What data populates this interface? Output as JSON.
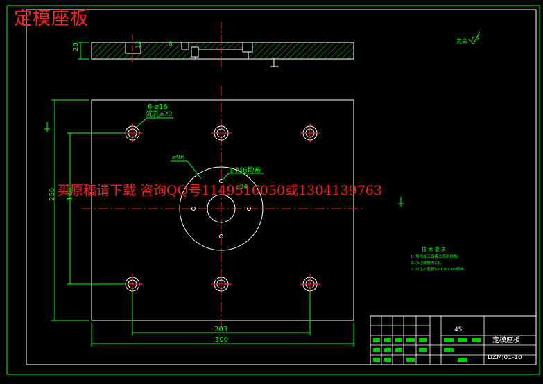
{
  "overlay": {
    "title": "定模座板",
    "ad": "买原稿请下载 咨询QQ号1149516050或1304139763"
  },
  "dims": {
    "thickness": "20",
    "recess_depth": "12",
    "small_dim": "8",
    "holes_count": "6-⌀16",
    "counterbore": "沉孔⌀22",
    "circle_dia": "⌀96",
    "screw_spec": "4-M6均布",
    "small_dia": "⌀34",
    "height_total": "250",
    "height_inner": "170",
    "width_inner": "203",
    "width_total": "300"
  },
  "roughness": {
    "label": "其余",
    "value": "6.3"
  },
  "notes": {
    "title": "技 术 要 求",
    "items": [
      "1. 零件加工后需去毛刺倒角。",
      "2. 未注倒角为C1。",
      "3. 未注公差按GB1184-80标准。"
    ]
  },
  "title_block": {
    "scale": "45",
    "part_name": "定模座板",
    "drawing_no": "DZMJ01-10"
  },
  "colors": {
    "frame": "#ffffff",
    "part": "#ffffff",
    "dim": "#00ff00",
    "center": "#ff2020",
    "hatch": "#00ff00"
  }
}
